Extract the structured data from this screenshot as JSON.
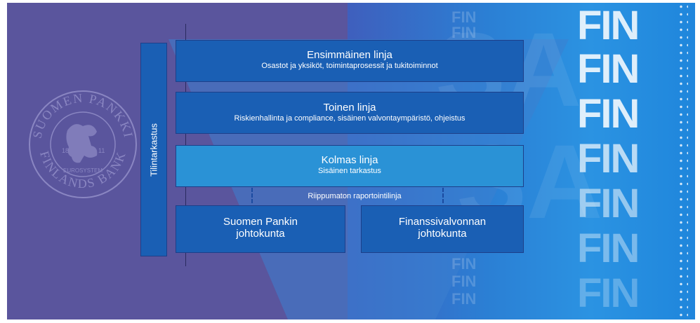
{
  "diagram": {
    "side_label": "Tilintarkastus",
    "first_line": {
      "title": "Ensimmäinen linja",
      "subtitle": "Osastot ja yksiköt, toimintaprosessit ja tukitoiminnot"
    },
    "second_line": {
      "title": "Toinen linja",
      "subtitle": "Riskienhallinta ja compliance, sisäinen valvontaympäristö, ohjeistus"
    },
    "third_line": {
      "title": "Kolmas linja",
      "subtitle": "Sisäinen tarkastus"
    },
    "reporting_line": "Riippumaton raportointilinja",
    "board_left": {
      "line1": "Suomen Pankin",
      "line2": "johtokunta"
    },
    "board_right": {
      "line1": "Finanssivalvonnan",
      "line2": "johtokunta"
    }
  },
  "background": {
    "seal_text_top": "SUOMEN PANKKI",
    "seal_text_bottom": "FINLANDS BANK",
    "seal_year_left": "18",
    "seal_year_right": "11",
    "seal_eurosystem": "EUROSYSTEM",
    "brand_word": "FIN",
    "colors": {
      "left_panel": "#5a559d",
      "right_panel": "#2b8fe0",
      "box_dark": "#1a5fb4",
      "box_light": "#2a92d6"
    }
  }
}
